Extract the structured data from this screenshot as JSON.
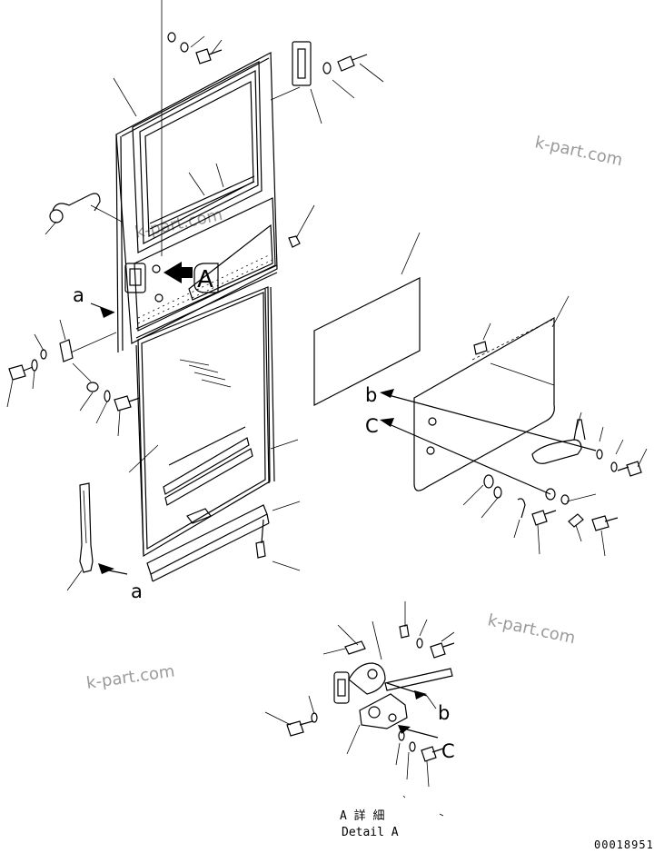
{
  "watermarks": [
    "k-part.com",
    "k-part.com",
    "k-part.com",
    "k-part.com"
  ],
  "callouts": {
    "view_A": "A",
    "a_upper": "a",
    "a_lower": "a",
    "b_upper": "b",
    "c_upper": "C",
    "b_detail": "b",
    "c_detail": "C"
  },
  "caption": {
    "jp": "A 詳 細",
    "en": "Detail A"
  },
  "part_number": "00018951"
}
